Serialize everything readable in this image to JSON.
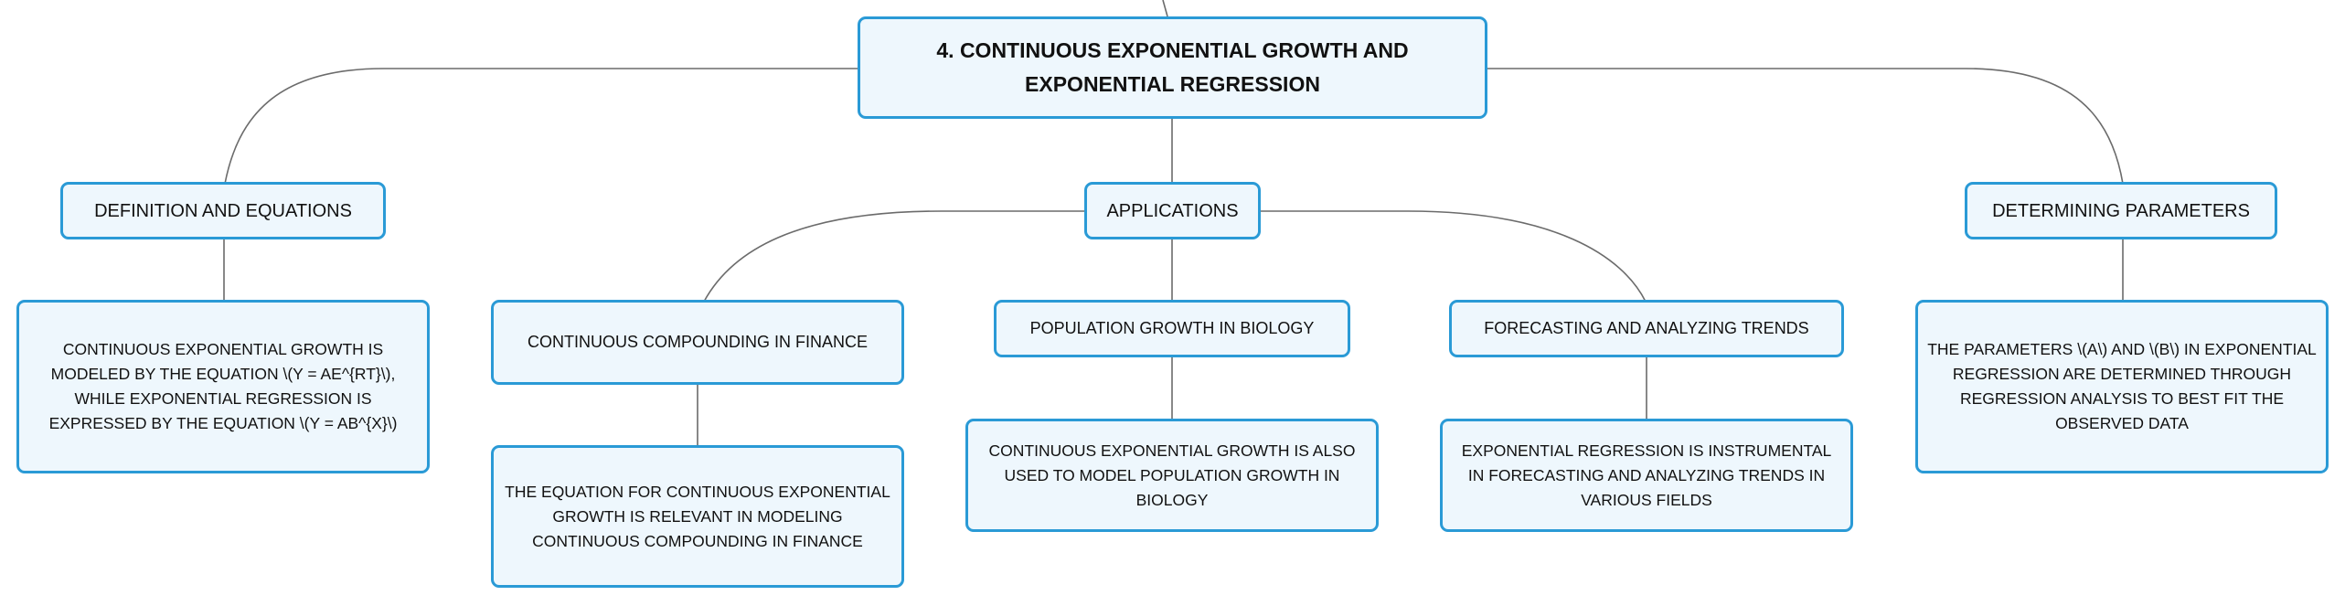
{
  "root": {
    "title": "4. CONTINUOUS EXPONENTIAL GROWTH AND EXPONENTIAL REGRESSION"
  },
  "branches": {
    "definition": {
      "label": "DEFINITION AND EQUATIONS",
      "detail": "CONTINUOUS EXPONENTIAL GROWTH IS MODELED BY THE EQUATION \\(Y = AE^{RT}\\), WHILE EXPONENTIAL REGRESSION IS EXPRESSED BY THE EQUATION \\(Y = AB^{X}\\)"
    },
    "applications": {
      "label": "APPLICATIONS",
      "finance": {
        "label": "CONTINUOUS COMPOUNDING IN FINANCE",
        "detail": "THE EQUATION FOR CONTINUOUS EXPONENTIAL GROWTH IS RELEVANT IN MODELING CONTINUOUS COMPOUNDING IN FINANCE"
      },
      "biology": {
        "label": "POPULATION GROWTH IN BIOLOGY",
        "detail": "CONTINUOUS EXPONENTIAL GROWTH IS ALSO USED TO MODEL POPULATION GROWTH IN BIOLOGY"
      },
      "forecasting": {
        "label": "FORECASTING AND ANALYZING TRENDS",
        "detail": "EXPONENTIAL REGRESSION IS INSTRUMENTAL IN FORECASTING AND ANALYZING TRENDS IN VARIOUS FIELDS"
      }
    },
    "parameters": {
      "label": "DETERMINING PARAMETERS",
      "detail": "THE PARAMETERS \\(A\\) AND \\(B\\) IN EXPONENTIAL REGRESSION ARE DETERMINED THROUGH REGRESSION ANALYSIS TO BEST FIT THE OBSERVED DATA"
    }
  },
  "colors": {
    "node_border": "#2a9ad6",
    "node_fill": "#eef7fd",
    "connector": "#6b6b6b"
  }
}
